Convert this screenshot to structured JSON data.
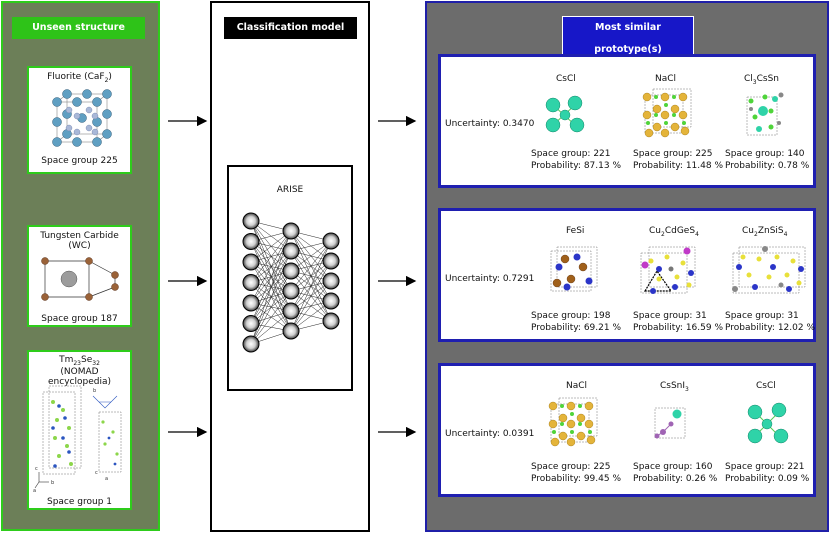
{
  "left": {
    "title": "Unseen structure",
    "structures": [
      {
        "name": "Fluorite (CaF",
        "sub": "2",
        "tail": ")",
        "space_group": "Space group 225"
      },
      {
        "name": "Tungsten Carbide (WC)",
        "space_group": "Space group 187"
      },
      {
        "name": "Tm",
        "sub1": "23",
        "mid": "Se",
        "sub2": "32",
        "line2": "(NOMAD encyclopedia)",
        "space_group": "Space group 1",
        "axis_labels": {
          "a1": "a",
          "b1": "b",
          "c1": "c",
          "a2": "a",
          "b2": "b",
          "c2": "c"
        }
      }
    ]
  },
  "model": {
    "title": "Classification model",
    "network_label": "ARISE"
  },
  "right": {
    "title": "Most similar prototype(s)",
    "results": [
      {
        "uncertainty": "Uncertainty: 0.3470",
        "prototypes": [
          {
            "name": "CsCl",
            "space_group": "Space group: 221",
            "probability": "Probability: 87.13 %"
          },
          {
            "name": "NaCl",
            "space_group": "Space group: 225",
            "probability": "Probability: 11.48 %"
          },
          {
            "name": "Cl",
            "sub": "3",
            "tail": "CsSn",
            "space_group": "Space group: 140",
            "probability": "Probability: 0.78 %"
          }
        ]
      },
      {
        "uncertainty": "Uncertainty: 0.7291",
        "prototypes": [
          {
            "name": "FeSi",
            "space_group": "Space group: 198",
            "probability": "Probability: 69.21 %"
          },
          {
            "name": "Cu",
            "sub": "2",
            "tail": "CdGeS",
            "sub2": "4",
            "space_group": "Space group: 31",
            "probability": "Probability: 16.59 %"
          },
          {
            "name": "Cu",
            "sub": "2",
            "tail": "ZnSiS",
            "sub2": "4",
            "space_group": "Space group: 31",
            "probability": "Probability: 12.02 %"
          }
        ]
      },
      {
        "uncertainty": "Uncertainty: 0.0391",
        "prototypes": [
          {
            "name": "NaCl",
            "space_group": "Space group: 225",
            "probability": "Probability: 99.45 %"
          },
          {
            "name": "CsSnI",
            "sub": "3",
            "space_group": "Space group: 160",
            "probability": "Probability: 0.26 %"
          },
          {
            "name": "CsCl",
            "space_group": "Space group: 221",
            "probability": "Probability: 0.09 %"
          }
        ]
      }
    ]
  },
  "colors": {
    "left_bg": "#6c7f58",
    "green": "#2ec318",
    "right_bg": "#6c6c6c",
    "blue": "#1717c8",
    "cs_teal": "#2fd3a8",
    "na_gold": "#e4b43a",
    "cl_green": "#4fd43a",
    "s_yellow": "#e8e03a",
    "cu_blue": "#2b35c8",
    "cd_magenta": "#c03ac8",
    "fe_brown": "#a0601a",
    "ca_blue": "#5f9fc2"
  }
}
